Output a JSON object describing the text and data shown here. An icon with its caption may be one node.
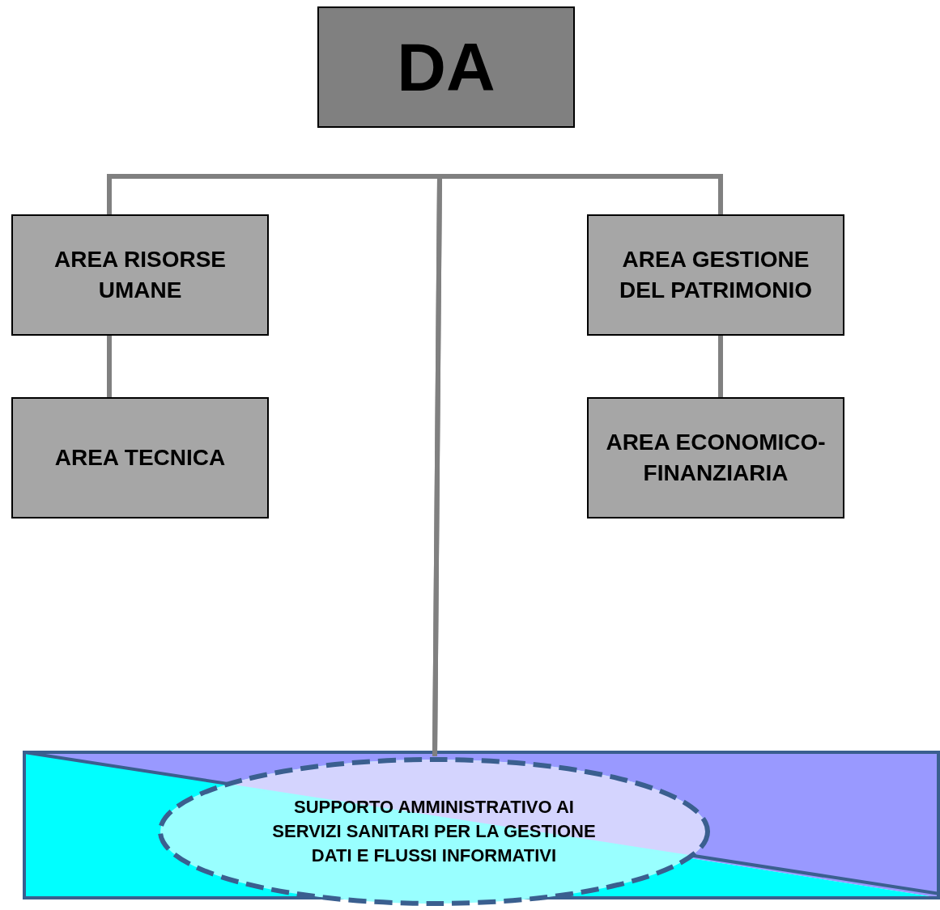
{
  "diagram": {
    "nodes": [
      {
        "text": [
          "DA"
        ]
      },
      {
        "text": [
          "AREA RISORSE UMANE"
        ]
      },
      {
        "text": [
          "AREA GESTIONE DEL PATRIMONIO"
        ]
      },
      {
        "text": [
          "AREA TECNICA"
        ]
      },
      {
        "text": [
          "AREA ECONOMICO- FINANZIARIA"
        ]
      },
      {
        "text": [
          "SUPPORTO AMMINISTRATIVO AI SERVIZI SANITARI PER LA GESTIONE DATI E FLUSSI INFORMATIVI"
        ]
      }
    ],
    "edges": [
      {
        "from": 1,
        "to": 2,
        "arrow": "none"
      },
      {
        "from": 1,
        "to": 5,
        "arrow": "none"
      },
      {
        "from": 2,
        "to": 5,
        "arrow": "none"
      },
      {
        "from": 1,
        "to": 3,
        "arrow": "none"
      },
      {
        "from": 2,
        "to": 4,
        "arrow": "none"
      }
    ]
  }
}
